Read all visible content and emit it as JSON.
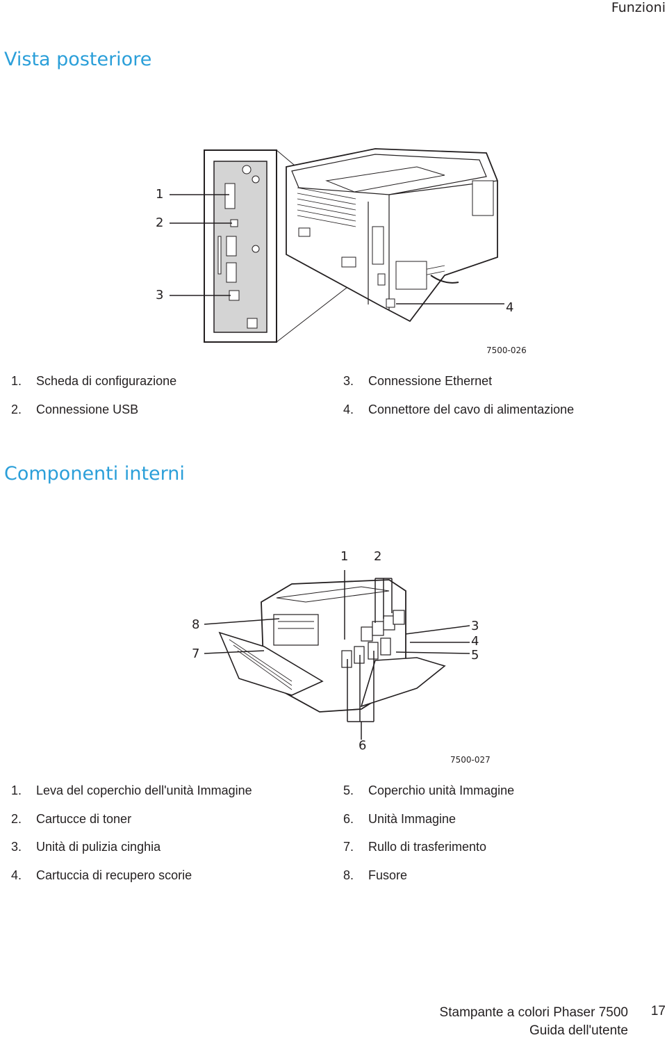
{
  "header": {
    "section": "Funzioni"
  },
  "rear_view": {
    "title": "Vista posteriore",
    "figure_code": "7500-026",
    "callouts": [
      "1",
      "2",
      "3",
      "4"
    ],
    "legend": [
      {
        "num": "1.",
        "text": "Scheda di configurazione"
      },
      {
        "num": "2.",
        "text": "Connessione USB"
      },
      {
        "num": "3.",
        "text": "Connessione Ethernet"
      },
      {
        "num": "4.",
        "text": "Connettore del cavo di alimentazione"
      }
    ]
  },
  "internal": {
    "title": "Componenti interni",
    "figure_code": "7500-027",
    "callouts": [
      "1",
      "2",
      "3",
      "4",
      "5",
      "6",
      "7",
      "8"
    ],
    "legend": [
      {
        "num": "1.",
        "text": "Leva del coperchio dell'unità Immagine"
      },
      {
        "num": "2.",
        "text": "Cartucce di toner"
      },
      {
        "num": "3.",
        "text": "Unità di pulizia cinghia"
      },
      {
        "num": "4.",
        "text": "Cartuccia di recupero scorie"
      },
      {
        "num": "5.",
        "text": "Coperchio unità Immagine"
      },
      {
        "num": "6.",
        "text": "Unità Immagine"
      },
      {
        "num": "7.",
        "text": "Rullo di trasferimento"
      },
      {
        "num": "8.",
        "text": "Fusore"
      }
    ]
  },
  "footer": {
    "line1": "Stampante a colori Phaser 7500",
    "line2": "Guida dell'utente",
    "page": "17"
  }
}
